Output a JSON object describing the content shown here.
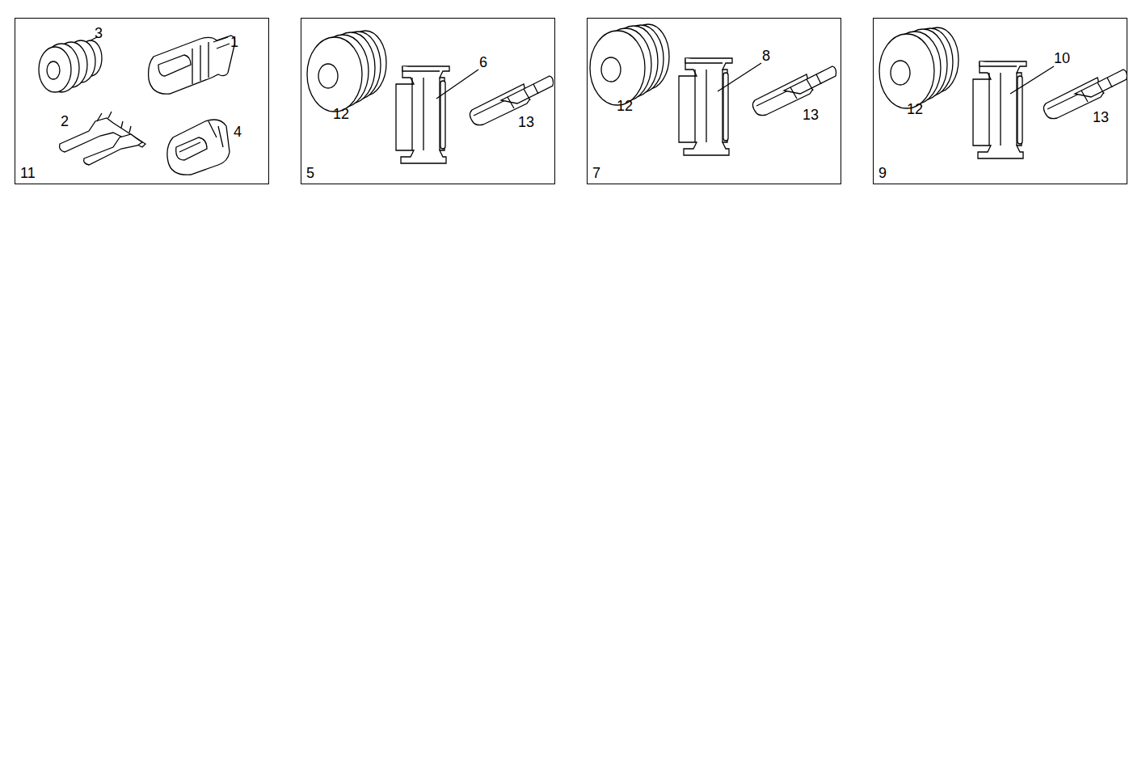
{
  "diagram": {
    "nodes": [
      {
        "text": [
          "11"
        ]
      },
      {
        "text": [
          "5"
        ]
      },
      {
        "text": [
          "7"
        ]
      },
      {
        "text": [
          "9"
        ]
      }
    ],
    "labels": [
      "3",
      "1",
      "2",
      "4",
      "12",
      "6",
      "13",
      "12",
      "8",
      "13",
      "12",
      "10",
      "13"
    ]
  }
}
